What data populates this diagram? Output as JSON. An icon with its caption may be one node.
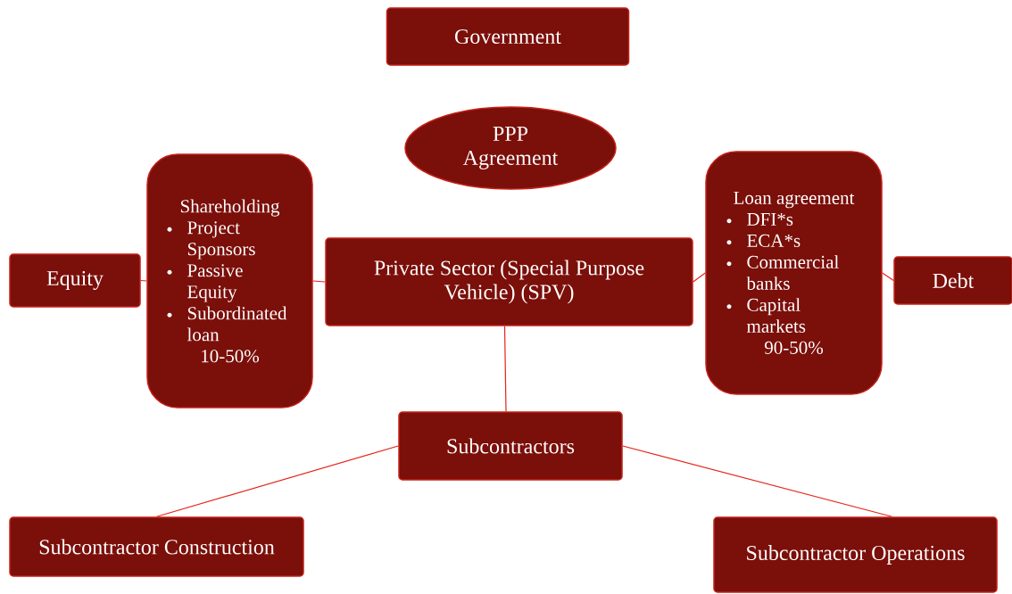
{
  "diagram": {
    "nodes": [
      {
        "text": [
          "Government"
        ]
      },
      {
        "text": [
          "PPP Agreement"
        ]
      },
      {
        "text": [
          "Equity"
        ]
      },
      {
        "text": [
          "Shareholding",
          "Project Sponsors",
          "Passive Equity",
          "Subordinated loan",
          "10-50%"
        ]
      },
      {
        "text": [
          "Private Sector (Special Purpose Vehicle) (SPV)"
        ]
      },
      {
        "text": [
          "Loan agreement",
          "DFI*s",
          "ECA*s",
          "Commercial banks",
          "Capital markets",
          "90-50%"
        ]
      },
      {
        "text": [
          "Debt"
        ]
      },
      {
        "text": [
          "Subcontractors"
        ]
      },
      {
        "text": [
          "Subcontractor Construction"
        ]
      },
      {
        "text": [
          "Subcontractor Operations"
        ]
      }
    ],
    "edges": [
      {
        "from": 2,
        "to": 3,
        "arrow": "none"
      },
      {
        "from": 3,
        "to": 4,
        "arrow": "none"
      },
      {
        "from": 4,
        "to": 5,
        "arrow": "none"
      },
      {
        "from": 5,
        "to": 6,
        "arrow": "none"
      },
      {
        "from": 4,
        "to": 7,
        "arrow": "none"
      },
      {
        "from": 7,
        "to": 8,
        "arrow": "none"
      },
      {
        "from": 7,
        "to": 9,
        "arrow": "none"
      }
    ]
  }
}
